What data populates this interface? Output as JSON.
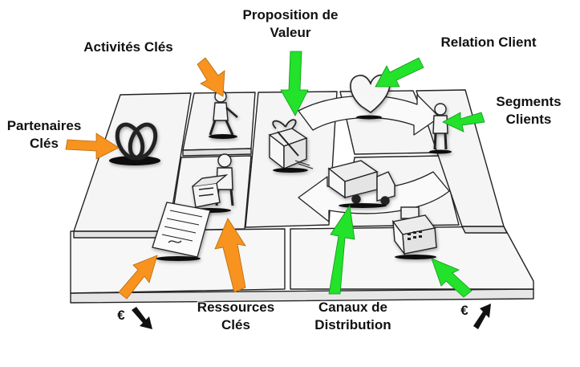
{
  "labels": {
    "proposition": [
      "Proposition de",
      "Valeur"
    ],
    "activites": [
      "Activités Clés"
    ],
    "relation": [
      "Relation Client"
    ],
    "segments": [
      "Segments",
      "Clients"
    ],
    "partenaires": [
      "Partenaires",
      "Clés"
    ],
    "ressources": [
      "Ressources",
      "Clés"
    ],
    "canaux": [
      "Canaux de",
      "Distribution"
    ],
    "cost_symbol": "€",
    "revenue_symbol": "€"
  },
  "colors": {
    "orange_arrow": "#f7931e",
    "green_arrow": "#22e22a",
    "sketch_line": "#222222",
    "board_fill": "#f4f4f4",
    "board_edge": "#d8d8d8"
  },
  "icons": [
    "rings-icon",
    "walking-person-icon",
    "person-with-box-icon",
    "gift-box-icon",
    "heart-icon",
    "standing-person-icon",
    "delivery-truck-icon",
    "cash-register-icon",
    "contract-document-icon"
  ]
}
